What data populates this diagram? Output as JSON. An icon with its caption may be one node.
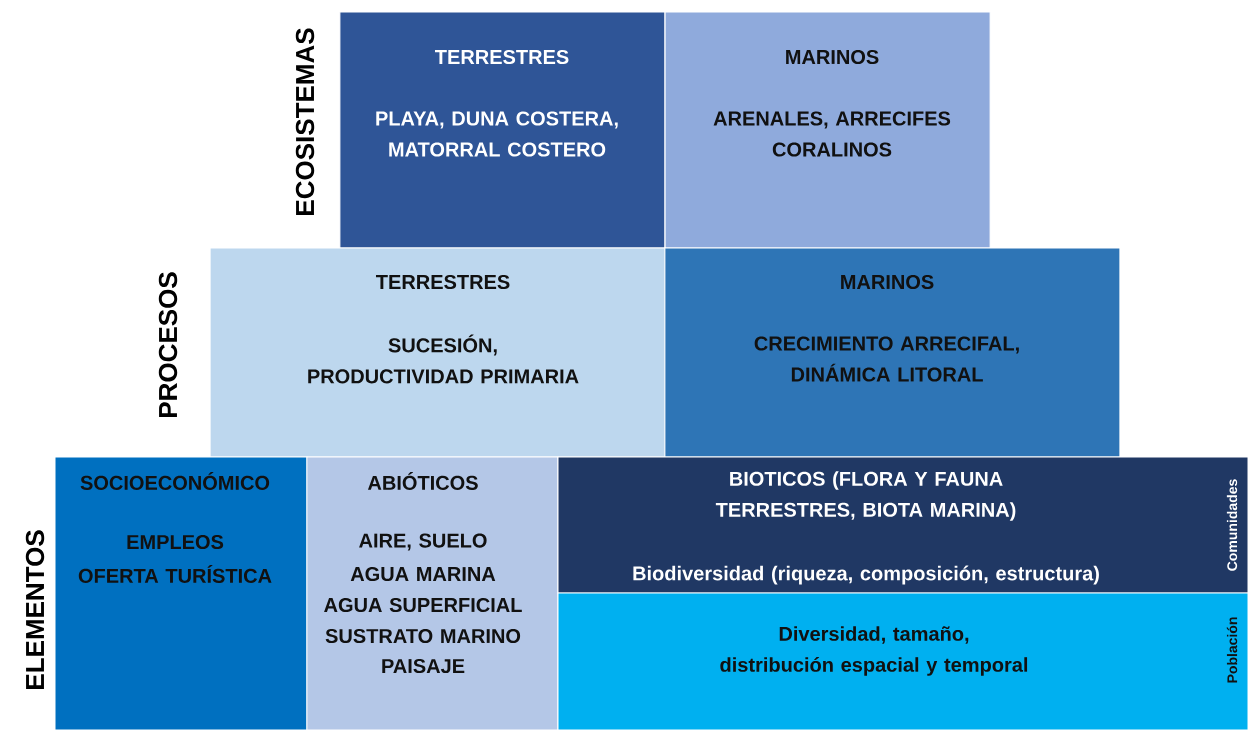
{
  "diagram": {
    "nodes": [
      {
        "text": [
          "TERRESTRES",
          "PLAYA, DUNA COSTERA, MATORRAL COSTERO"
        ]
      },
      {
        "text": [
          "MARINOS",
          "ARENALES, ARRECIFES CORALINOS"
        ]
      },
      {
        "text": [
          "TERRESTRES",
          "SUCESIÓN, PRODUCTIVIDAD PRIMARIA"
        ]
      },
      {
        "text": [
          "MARINOS",
          "CRECIMIENTO ARRECIFAL, DINÁMICA LITORAL"
        ]
      },
      {
        "text": [
          "SOCIOECONÓMICO",
          "EMPLEOS",
          "OFERTA TURÍSTICA"
        ]
      },
      {
        "text": [
          "ABIÓTICOS",
          "AIRE, SUELO",
          "AGUA MARINA",
          "AGUA SUPERFICIAL",
          "SUSTRATO MARINO",
          "PAISAJE"
        ]
      },
      {
        "text": [
          "BIOTICOS (FLORA Y FAUNA TERRESTRES, BIOTA MARINA)",
          "Biodiversidad (riqueza, composición, estructura)",
          "Comunidades"
        ]
      },
      {
        "text": [
          "Diversidad, tamaño, distribución espacial y temporal",
          "Población"
        ]
      }
    ],
    "labels": [
      "ECOSISTEMAS",
      "PROCESOS",
      "ELEMENTOS"
    ]
  }
}
